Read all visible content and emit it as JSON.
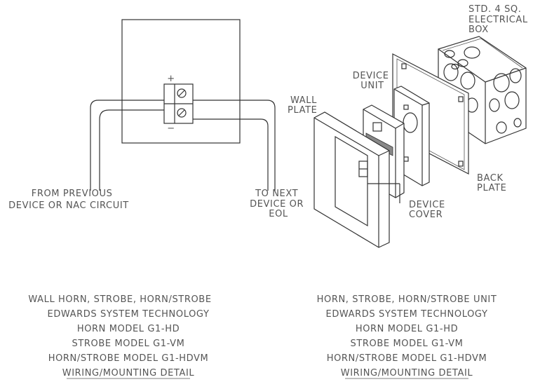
{
  "left_diagram": {
    "plus_sign": "+",
    "minus_sign": "−",
    "label_from": [
      "FROM PREVIOUS",
      "DEVICE OR NAC CIRCUIT"
    ],
    "label_to": [
      "TO NEXT",
      "DEVICE OR",
      "EOL"
    ]
  },
  "right_diagram": {
    "label_box": [
      "STD. 4 SQ.",
      "ELECTRICAL",
      "BOX"
    ],
    "label_device_unit": [
      "DEVICE",
      "UNIT"
    ],
    "label_wall_plate": [
      "WALL",
      "PLATE"
    ],
    "label_back_plate": [
      "BACK",
      "PLATE"
    ],
    "label_device_cover": [
      "DEVICE",
      "COVER"
    ]
  },
  "left_caption": [
    "WALL HORN, STROBE, HORN/STROBE",
    "EDWARDS SYSTEM TECHNOLOGY",
    "HORN MODEL G1-HD",
    "STROBE MODEL G1-VM",
    "HORN/STROBE MODEL G1-HDVM",
    "WIRING/MOUNTING DETAIL"
  ],
  "right_caption": [
    "HORN, STROBE, HORN/STROBE UNIT",
    "EDWARDS SYSTEM TECHNOLOGY",
    "HORN MODEL G1-HD",
    "STROBE MODEL G1-VM",
    "HORN/STROBE MODEL G1-HDVM",
    "WIRING/MOUNTING DETAIL"
  ]
}
